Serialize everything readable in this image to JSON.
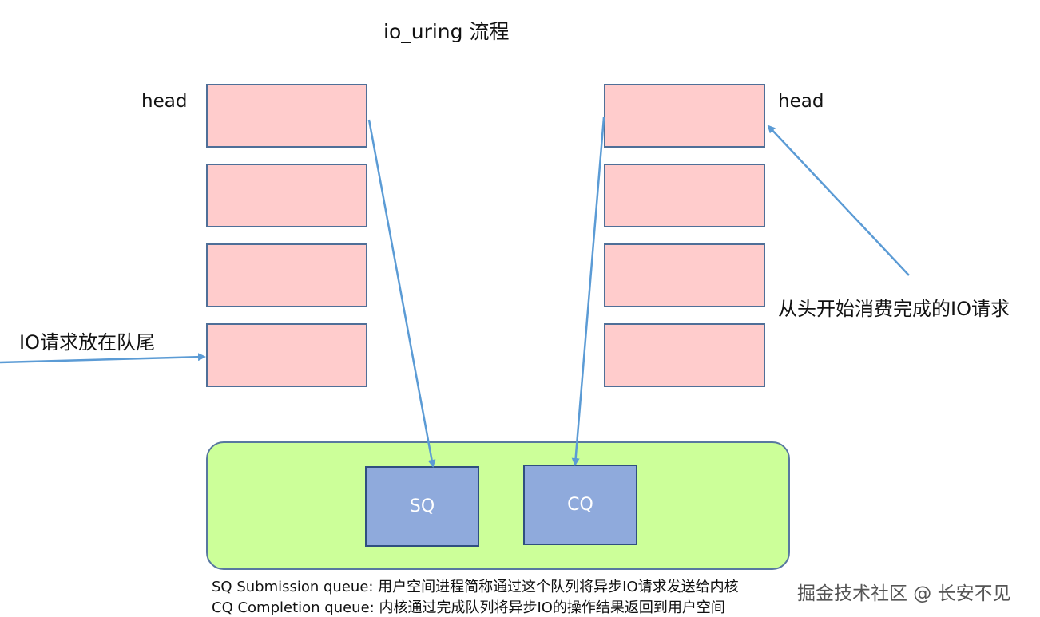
{
  "title": "io_uring 流程",
  "left_ring": {
    "head_label": "head",
    "slots": 4
  },
  "right_ring": {
    "head_label": "head",
    "slots": 4
  },
  "notes": {
    "enqueue": "IO请求放在队尾",
    "consume": "从头开始消费完成的IO请求"
  },
  "kernel": {
    "sq_label": "SQ",
    "cq_label": "CQ"
  },
  "legend": {
    "sq": "SQ Submission queue: 用户空间进程简称通过这个队列将异步IO请求发送给内核",
    "cq": "CQ Completion queue: 内核通过完成队列将异步IO的操作结果返回到用户空间"
  },
  "watermark": "掘金技术社区 @ 长安不见",
  "colors": {
    "slot_fill": "#ffcccc",
    "kernel_fill": "#ccff99",
    "queue_fill": "#8faadc",
    "arrow": "#5b9bd5"
  }
}
